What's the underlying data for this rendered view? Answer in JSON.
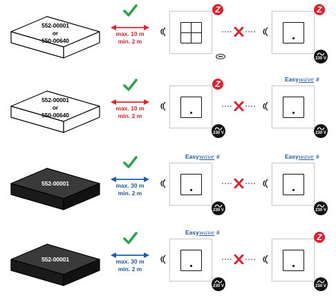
{
  "rows": [
    {
      "hub": {
        "style": "light",
        "lines": [
          "552-00001",
          "or",
          "550-00640"
        ]
      },
      "distance": {
        "max": "max. 10 m",
        "min": "min. 2 m",
        "color": "#e3212c"
      },
      "sender": {
        "brand": "z-wave",
        "power": "battery",
        "rocker": "quad"
      },
      "receiver": {
        "brand": "z-wave",
        "power": "230 V"
      }
    },
    {
      "hub": {
        "style": "light",
        "lines": [
          "552-00001",
          "or",
          "550-00640"
        ]
      },
      "distance": {
        "max": "max. 10 m",
        "min": "min. 2 m",
        "color": "#e3212c"
      },
      "sender": {
        "brand": "z-wave",
        "power": "230 V",
        "rocker": "single"
      },
      "receiver": {
        "brand": "easywave",
        "power": "230 V"
      }
    },
    {
      "hub": {
        "style": "dark",
        "lines": [
          "552-00001"
        ]
      },
      "distance": {
        "max": "max. 30 m",
        "min": "min. 2 m",
        "color": "#1f5aa8"
      },
      "sender": {
        "brand": "easywave",
        "power": "230 V",
        "rocker": "single"
      },
      "receiver": {
        "brand": "easywave",
        "power": "230 V"
      }
    },
    {
      "hub": {
        "style": "dark",
        "lines": [
          "552-00001"
        ]
      },
      "distance": {
        "max": "max. 30 m",
        "min": "min. 2 m",
        "color": "#1f5aa8"
      },
      "sender": {
        "brand": "easywave",
        "power": "230 V",
        "rocker": "single"
      },
      "receiver": {
        "brand": "z-wave",
        "power": "230 V"
      }
    }
  ],
  "labels": {
    "power_230": "230 V",
    "easy_word": "Easy",
    "wave_word": "wave",
    "hash": "#",
    "zwave_letter": "Z"
  },
  "colors": {
    "check": "#2aa54a",
    "cross": "#e3212c",
    "zwave": "#e3212c",
    "easywave": "#1f5aa8"
  }
}
